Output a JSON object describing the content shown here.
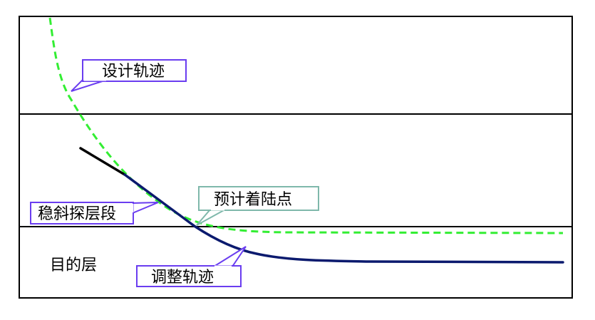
{
  "labels": {
    "design_trajectory": "设计轨迹",
    "stable_incline_section": "稳斜探层段",
    "expected_landing_point": "预计着陆点",
    "target_layer": "目的层",
    "adjusted_trajectory": "调整轨迹"
  },
  "colors": {
    "frame": "#000000",
    "design_curve": "#33ee33",
    "actual_curve": "#0b1a6e",
    "callout_purple": "#6a3df0",
    "callout_teal": "#7fb8ab"
  }
}
